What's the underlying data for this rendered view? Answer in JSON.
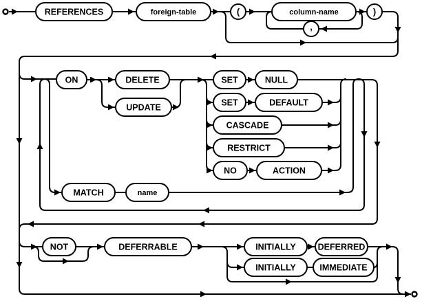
{
  "diagram": {
    "title": "foreign-key-clause railroad syntax diagram",
    "colors": {
      "line": "#000000",
      "background": "#ffffff",
      "text": "#000000"
    },
    "nodes": {
      "references": {
        "label": "REFERENCES",
        "type": "keyword"
      },
      "foreign_table": {
        "label": "foreign-table",
        "type": "nonterminal"
      },
      "lparen": {
        "label": "(",
        "type": "punctuation"
      },
      "column_name": {
        "label": "column-name",
        "type": "nonterminal"
      },
      "comma": {
        "label": ",",
        "type": "punctuation"
      },
      "rparen": {
        "label": ")",
        "type": "punctuation"
      },
      "on": {
        "label": "ON",
        "type": "keyword"
      },
      "delete": {
        "label": "DELETE",
        "type": "keyword"
      },
      "update": {
        "label": "UPDATE",
        "type": "keyword"
      },
      "set1": {
        "label": "SET",
        "type": "keyword"
      },
      "null": {
        "label": "NULL",
        "type": "keyword"
      },
      "set2": {
        "label": "SET",
        "type": "keyword"
      },
      "default": {
        "label": "DEFAULT",
        "type": "keyword"
      },
      "cascade": {
        "label": "CASCADE",
        "type": "keyword"
      },
      "restrict": {
        "label": "RESTRICT",
        "type": "keyword"
      },
      "no": {
        "label": "NO",
        "type": "keyword"
      },
      "action": {
        "label": "ACTION",
        "type": "keyword"
      },
      "match": {
        "label": "MATCH",
        "type": "keyword"
      },
      "name": {
        "label": "name",
        "type": "nonterminal"
      },
      "not": {
        "label": "NOT",
        "type": "keyword"
      },
      "deferrable": {
        "label": "DEFERRABLE",
        "type": "keyword"
      },
      "initially1": {
        "label": "INITIALLY",
        "type": "keyword"
      },
      "deferred": {
        "label": "DEFERRED",
        "type": "keyword"
      },
      "initially2": {
        "label": "INITIALLY",
        "type": "keyword"
      },
      "immediate": {
        "label": "IMMEDIATE",
        "type": "keyword"
      }
    }
  }
}
